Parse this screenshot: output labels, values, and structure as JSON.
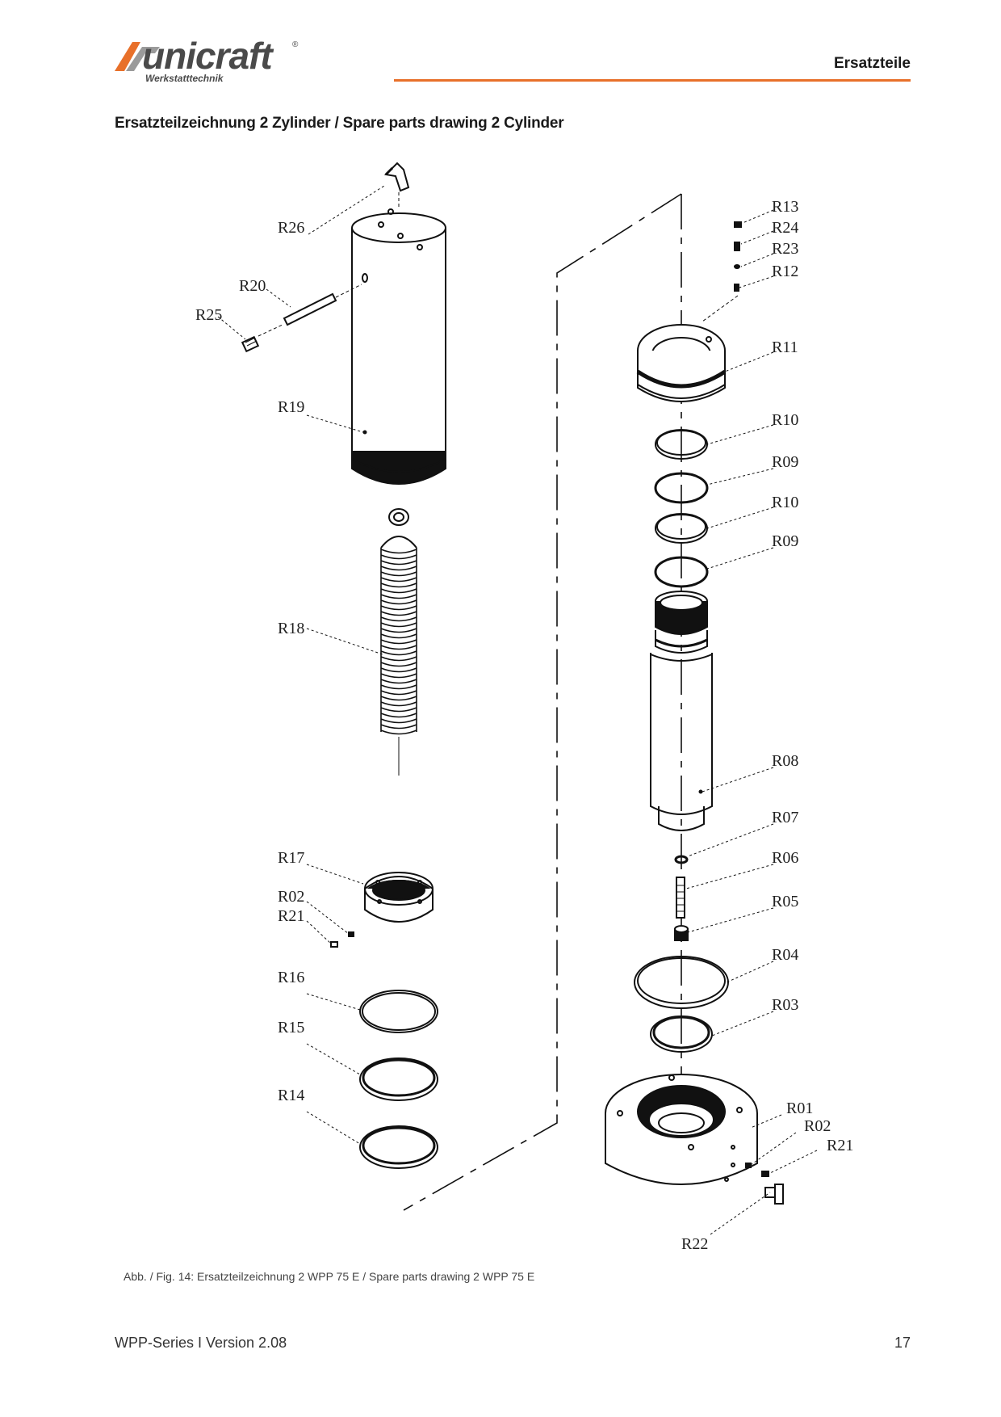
{
  "header": {
    "logo_word": "unicraft",
    "logo_reg": "®",
    "logo_subtitle": "Werkstatttechnik",
    "section_title": "Ersatzteile",
    "accent_color": "#e8702a"
  },
  "page_heading": "Ersatzteilzeichnung 2  Zylinder /  Spare parts drawing 2  Cylinder",
  "part_labels": {
    "r26": "R26",
    "r20": "R20",
    "r25": "R25",
    "r19": "R19",
    "r18": "R18",
    "r17": "R17",
    "r02_left": "R02",
    "r21_left": "R21",
    "r16": "R16",
    "r15": "R15",
    "r14": "R14",
    "r13": "R13",
    "r24": "R24",
    "r23": "R23",
    "r12": "R12",
    "r11": "R11",
    "r10_a": "R10",
    "r09_a": "R09",
    "r10_b": "R10",
    "r09_b": "R09",
    "r08": "R08",
    "r07": "R07",
    "r06": "R06",
    "r05": "R05",
    "r04": "R04",
    "r03": "R03",
    "r01": "R01",
    "r02_right": "R02",
    "r21_right": "R21",
    "r22": "R22"
  },
  "caption": "Abb. / Fig. 14: Ersatzteilzeichnung 2 WPP 75 E / Spare parts drawing 2 WPP 75 E",
  "footer": {
    "document": "WPP-Series I Version 2.08",
    "page_number": "17"
  }
}
